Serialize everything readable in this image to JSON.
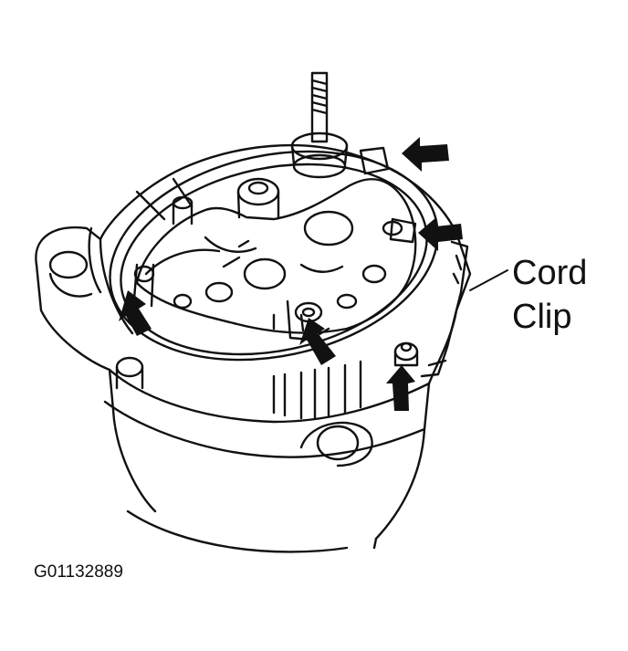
{
  "figure": {
    "callout": {
      "line1": "Cord",
      "line2": "Clip"
    },
    "figure_id": "G01132889"
  },
  "colors": {
    "ink": "#111111",
    "background": "#ffffff"
  },
  "icons": {
    "arrow": "filled-arrow-icon"
  }
}
